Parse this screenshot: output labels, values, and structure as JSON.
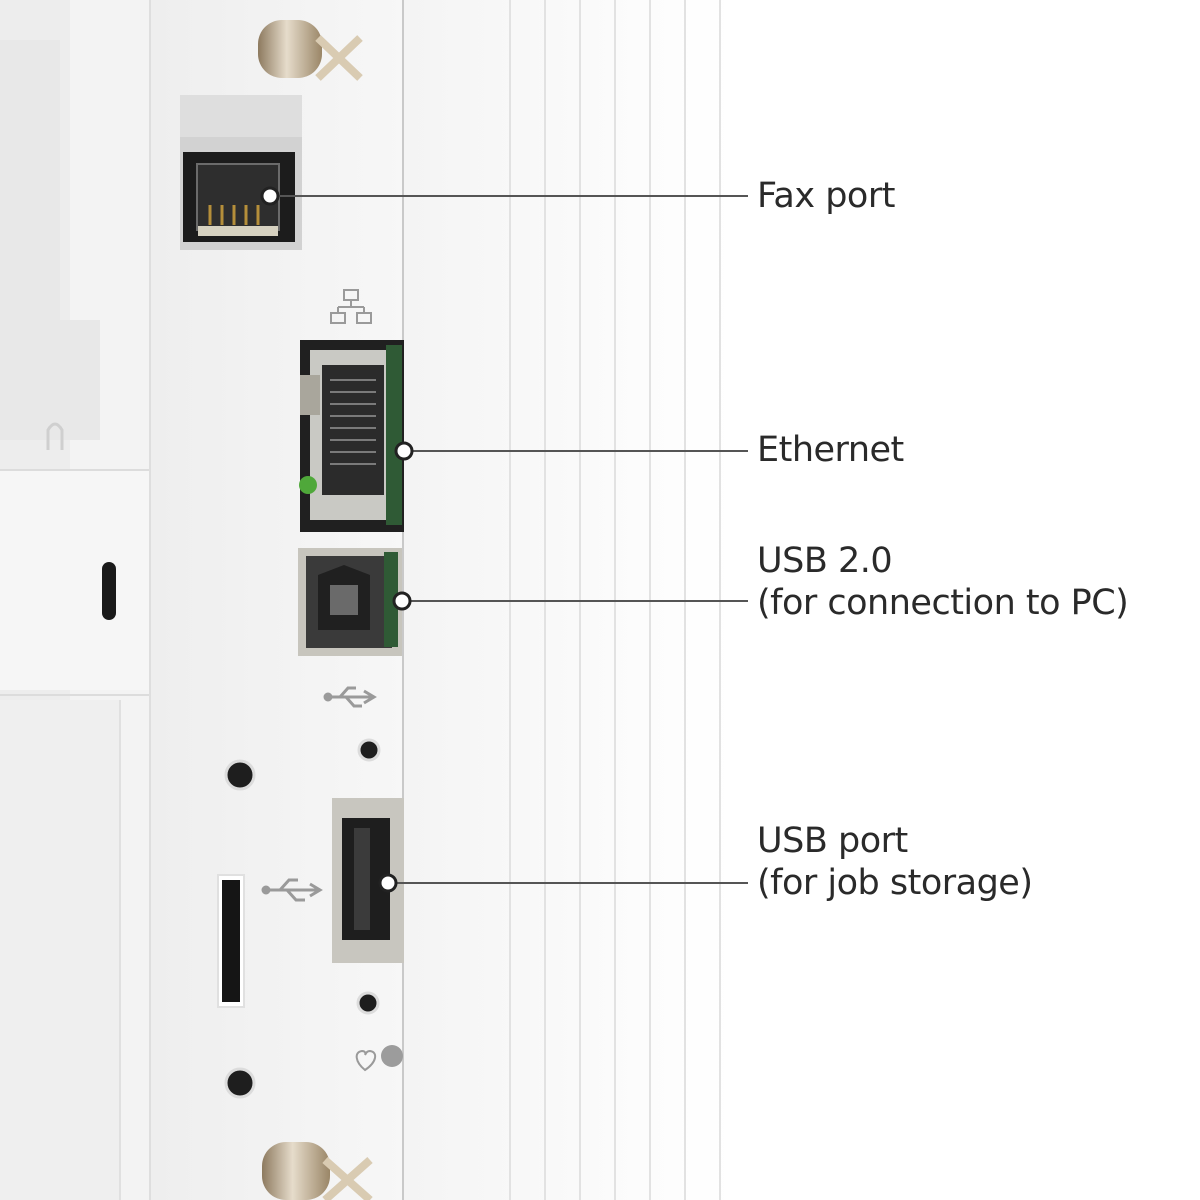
{
  "callouts": {
    "fax": {
      "line1": "Fax port"
    },
    "ethernet": {
      "line1": "Ethernet"
    },
    "usb_pc": {
      "line1": "USB 2.0",
      "line2": "(for connection to PC)"
    },
    "usb_storage": {
      "line1": "USB port",
      "line2": "(for job storage)"
    }
  },
  "icons": [
    "network-icon",
    "usb-icon",
    "usb-icon",
    "kensington-lock-icon",
    "heart-icon"
  ],
  "colors": {
    "background": "#ffffff",
    "panel": "#f2f2f2",
    "leader_line": "#555555",
    "label_text": "#2a2a2a",
    "port_metal": "#b7b5ae",
    "ethernet_led": "#4fa83a"
  }
}
